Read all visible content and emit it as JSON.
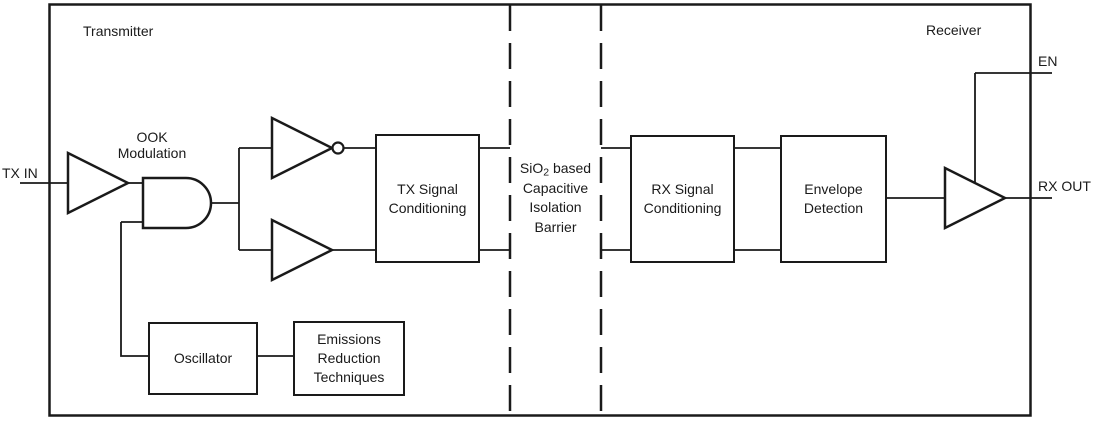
{
  "diagram": {
    "background": "#ffffff",
    "line_color": "#1a1a1a",
    "section_labels": {
      "transmitter": "Transmitter",
      "receiver": "Receiver"
    },
    "ports": {
      "tx_in": "TX IN",
      "en": "EN",
      "rx_out": "RX OUT"
    },
    "annotations": {
      "ook_modulation": "OOK\nModulation",
      "barrier_prefix": "SiO",
      "barrier_sub": "2",
      "barrier_suffix": " based",
      "barrier_rest": "Capacitive\nIsolation\nBarrier"
    },
    "blocks": {
      "tx_signal_conditioning": "TX Signal\nConditioning",
      "rx_signal_conditioning": "RX Signal\nConditioning",
      "envelope_detection": "Envelope\nDetection",
      "oscillator": "Oscillator",
      "emissions_reduction": "Emissions\nReduction\nTechniques"
    }
  }
}
